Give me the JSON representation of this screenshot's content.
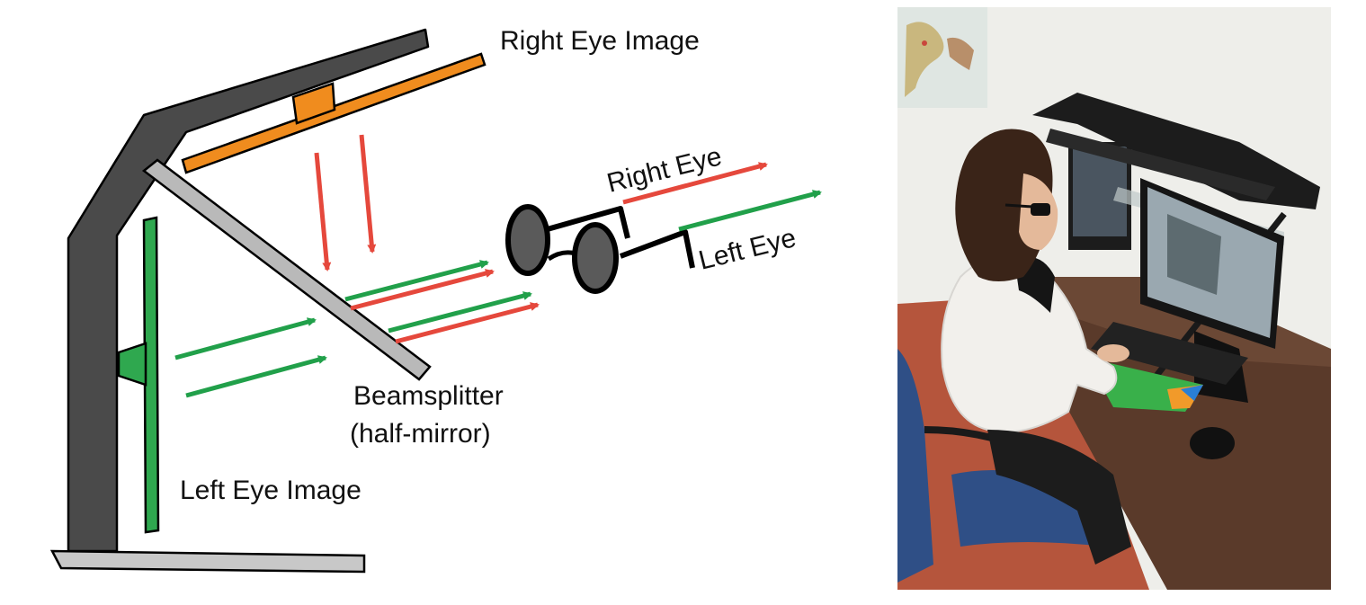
{
  "diagram": {
    "labels": {
      "right_eye_image": "Right Eye Image",
      "right_eye": "Right Eye",
      "left_eye": "Left Eye",
      "beamsplitter_line1": "Beamsplitter",
      "beamsplitter_line2": "(half-mirror)",
      "left_eye_image": "Left Eye Image"
    },
    "colors": {
      "frame": "#4a4a4a",
      "base": "#c8c8c8",
      "right_display": "#f08c1e",
      "left_display": "#2fa84f",
      "mirror": "#b9b9b9",
      "right_ray": "#e5483c",
      "left_ray": "#21a04a",
      "glasses_lens": "#5a5a5a",
      "outline": "#000000"
    }
  },
  "photo": {
    "subject": "person-wearing-3d-glasses-at-stereo-workstation",
    "colors": {
      "wall": "#eeeeea",
      "floor": "#b5553c",
      "desk": "#5a3a2a",
      "sweater": "#f2f0ec",
      "chair": "#2f4f86",
      "hair": "#3a2418",
      "monitor": "#1c1c1c",
      "mousepad": "#39b04a"
    }
  }
}
